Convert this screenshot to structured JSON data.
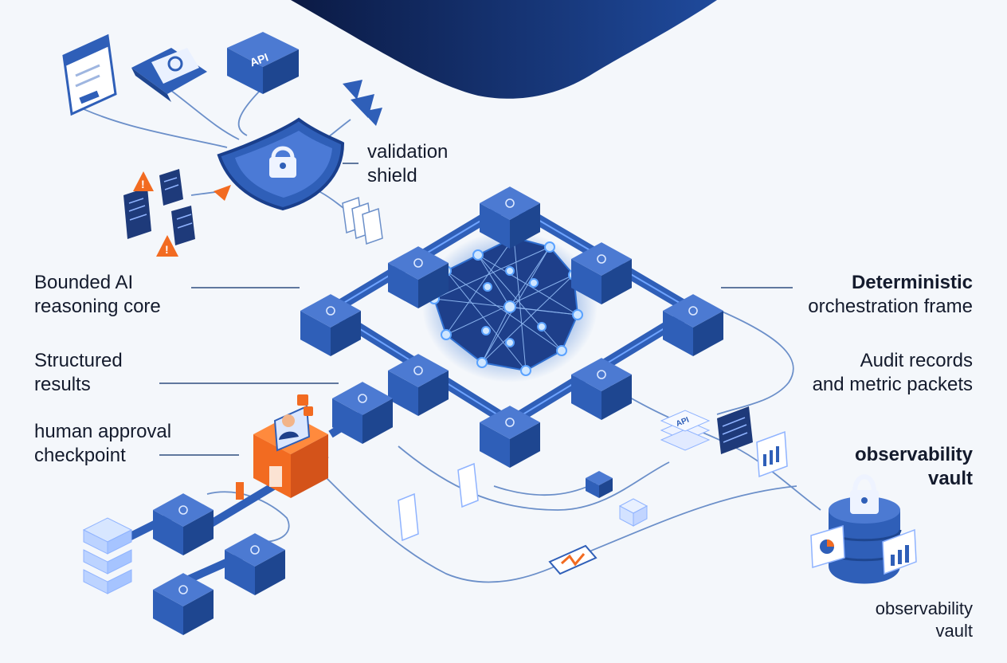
{
  "labels": {
    "validation_shield": [
      "validation",
      "shield"
    ],
    "bounded_core": [
      "Bounded AI",
      "reasoning core"
    ],
    "structured_results": [
      "Structured",
      "results"
    ],
    "human_checkpoint": [
      "human approval",
      "checkpoint"
    ],
    "orchestration_frame": [
      "Deterministic",
      "orchestration frame"
    ],
    "audit_records": [
      "Audit records",
      "and metric packets"
    ],
    "vault_title": [
      "observability",
      "vault"
    ],
    "vault_caption": [
      "observability",
      "vault"
    ]
  },
  "icons": {
    "api_box_text": "API",
    "api_stack_text": "API"
  },
  "colors": {
    "primary_blue": "#2f5fb8",
    "dark_navy": "#0e1f4f",
    "accent_orange": "#f26b21",
    "text": "#141b2d",
    "background": "#f4f7fb"
  }
}
